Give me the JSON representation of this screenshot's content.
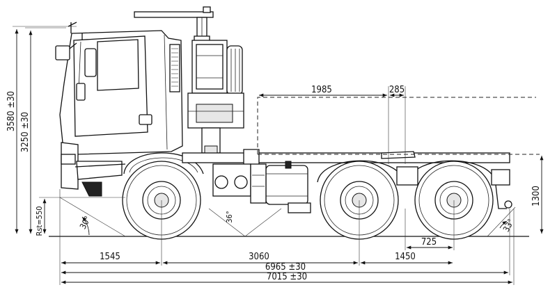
{
  "dimensions": {
    "overall_height": "3580 ±30",
    "cab_height": "3250 ±30",
    "ground_clearance_label": "Rst=550",
    "approach_angle": "30°",
    "under_angle": "36°",
    "departure_angle": "33°",
    "fifth_wheel_length": "1985",
    "fifth_wheel_offset": "285",
    "fifth_wheel_height": "1300",
    "front_overhang": "1545",
    "wheelbase_front_mid": "3060",
    "wheelbase_mid_rear": "1450",
    "rear_half_spacing": "725",
    "body_length": "6965 ±30",
    "overall_length": "7015 ±30"
  }
}
